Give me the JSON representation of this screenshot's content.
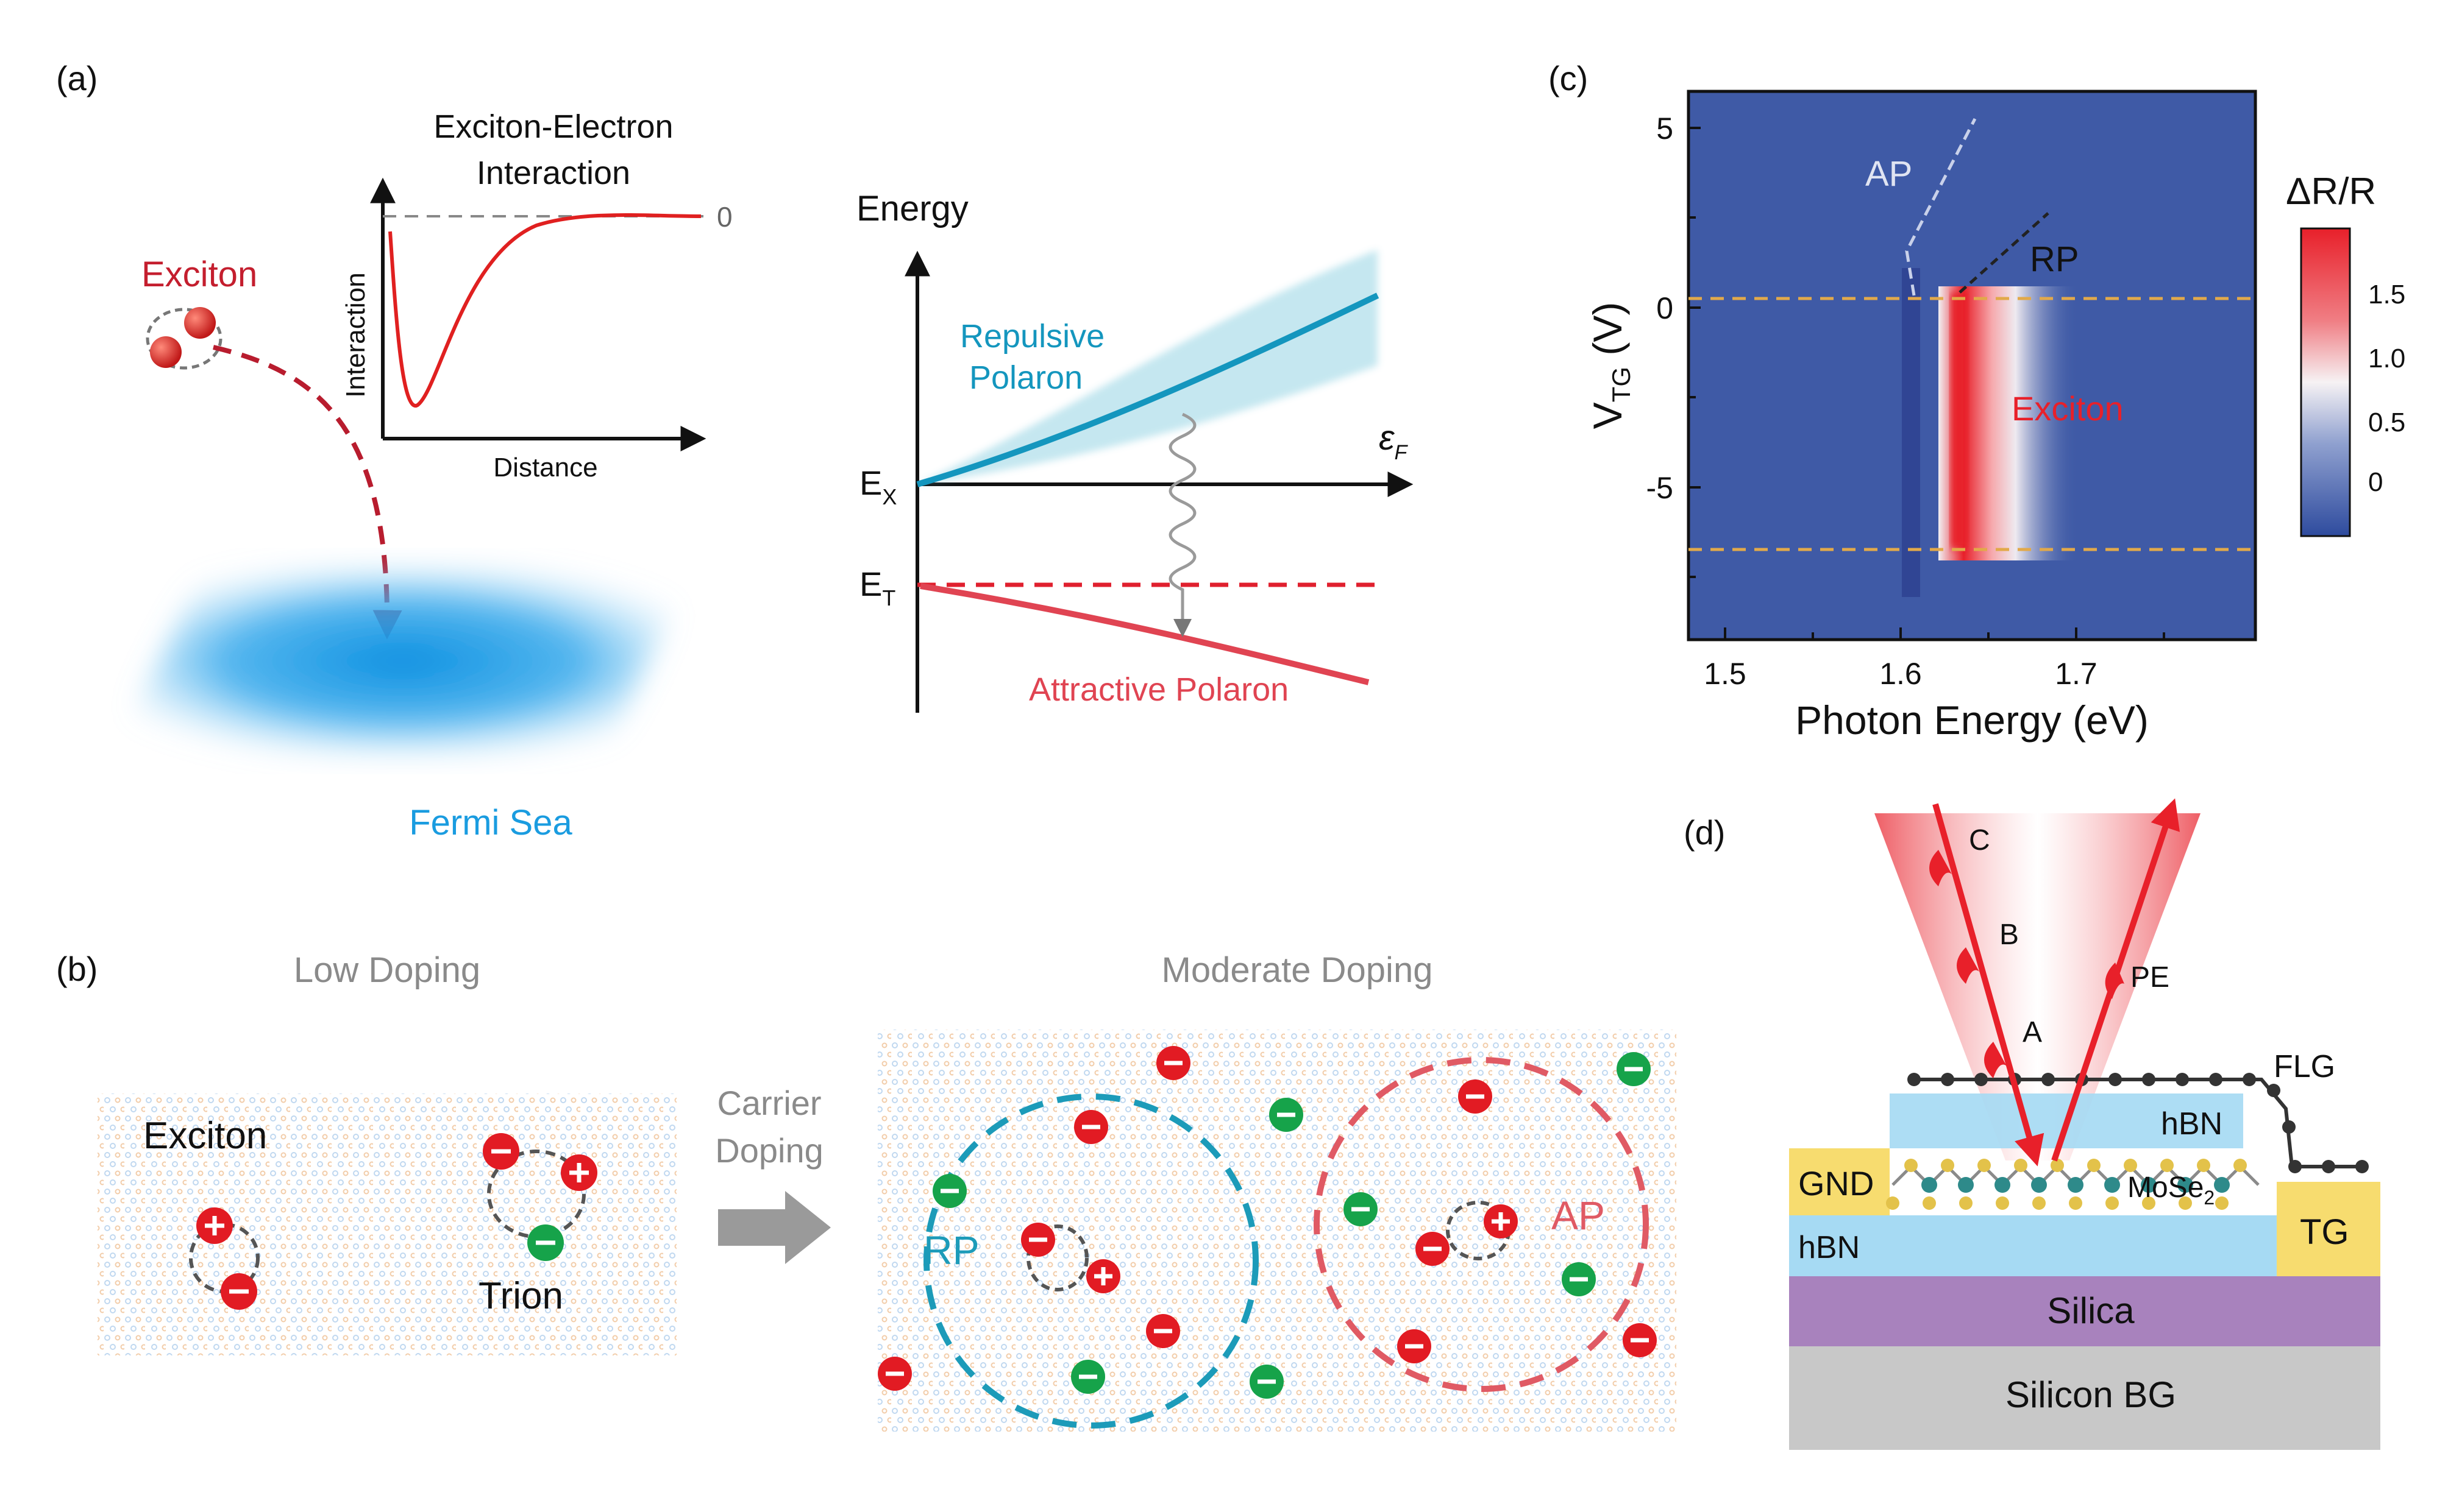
{
  "panels": {
    "a": {
      "label": "(a)",
      "interaction_title_line1": "Exciton-Electron",
      "interaction_title_line2": "Interaction",
      "interaction_ylabel": "Interaction",
      "interaction_xlabel": "Distance",
      "interaction_zero": "0",
      "exciton_label": "Exciton",
      "fermi_sea_label": "Fermi Sea",
      "energy_label": "Energy",
      "repulsive_line1": "Repulsive",
      "repulsive_line2": "Polaron",
      "attractive_label": "Attractive Polaron",
      "ex_main": "E",
      "ex_sub": "X",
      "et_main": "E",
      "et_sub": "T",
      "ef_main": "ε",
      "ef_sub": "F"
    },
    "b": {
      "label": "(b)",
      "low_doping": "Low Doping",
      "moderate_doping": "Moderate Doping",
      "exciton_label": "Exciton",
      "trion_label": "Trion",
      "carrier_line1": "Carrier",
      "carrier_line2": "Doping",
      "rp_label": "RP",
      "ap_label": "AP"
    },
    "c": {
      "label": "(c)",
      "ap_label": "AP",
      "rp_label": "RP",
      "exciton_label": "Exciton",
      "xlabel": "Photon Energy (eV)",
      "ylabel_main": "V",
      "ylabel_sub": "TG",
      "ylabel_unit": " (V)",
      "colorbar_title": "ΔR/R",
      "colorbar_ticks": [
        "1.5",
        "1.0",
        "0.5",
        "0"
      ],
      "xticks": [
        "1.5",
        "1.6",
        "1.7"
      ],
      "yticks": [
        "5",
        "0",
        "-5"
      ],
      "colors": {
        "background": "#3F5AA6",
        "hot": "#E8202A",
        "mid": "#F4F0F2"
      }
    },
    "d": {
      "label": "(d)",
      "beam_c": "C",
      "beam_b": "B",
      "beam_a": "A",
      "beam_pe": "PE",
      "flg": "FLG",
      "hbn_top": "hBN",
      "gnd": "GND",
      "mose2_main": "MoSe",
      "mose2_sub": "2",
      "hbn_bottom": "hBN",
      "tg": "TG",
      "silica": "Silica",
      "silicon_bg": "Silicon BG",
      "colors": {
        "hbn": "#A6DAF3",
        "gate": "#F7DC6F",
        "silica": "#A882BD",
        "silicon": "#C8C8C8"
      }
    }
  }
}
